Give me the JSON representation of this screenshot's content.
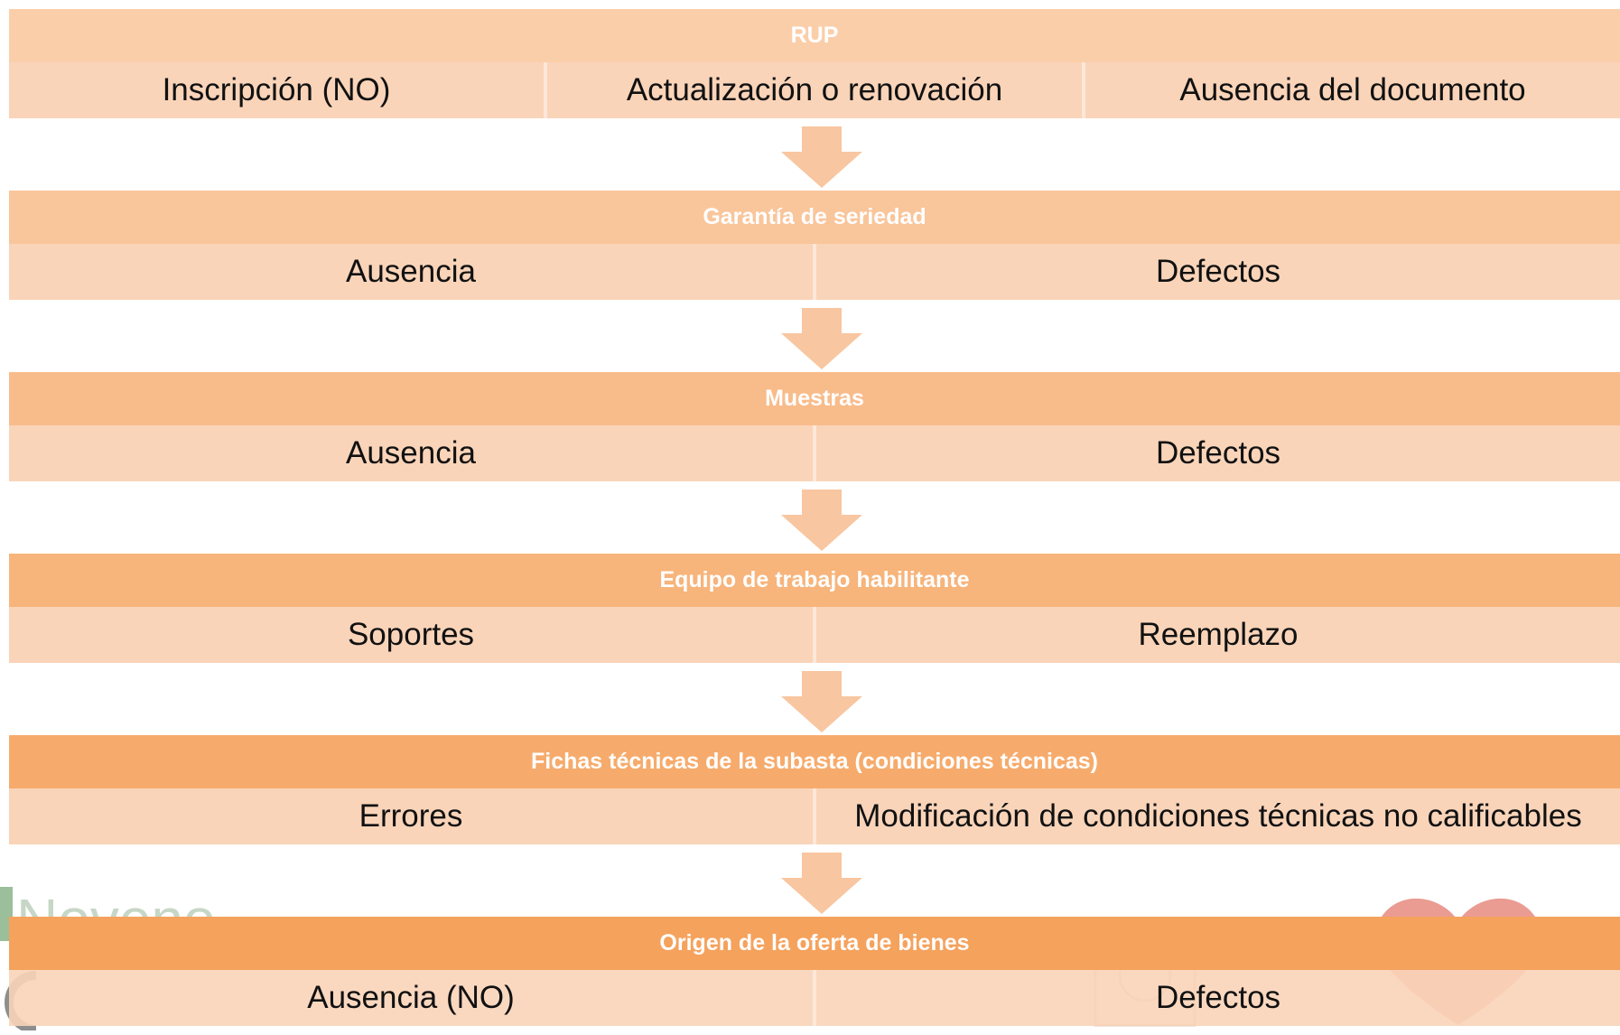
{
  "colors": {
    "header_1": "#fbceaa",
    "header_2": "#f9c59b",
    "header_3": "#f8bc8b",
    "header_4": "#f7b47b",
    "header_5": "#f6ab6c",
    "header_6": "#f5a25d",
    "cell_bg": "#f9d4b9",
    "arrow": "#f8c6a0"
  },
  "blocks": [
    {
      "title": "RUP",
      "items": [
        "Inscripción (NO)",
        "Actualización o renovación",
        "Ausencia del documento"
      ]
    },
    {
      "title": "Garantía de seriedad",
      "items": [
        "Ausencia",
        "Defectos"
      ]
    },
    {
      "title": "Muestras",
      "items": [
        "Ausencia",
        "Defectos"
      ]
    },
    {
      "title": "Equipo de trabajo habilitante",
      "items": [
        "Soportes",
        "Reemplazo"
      ]
    },
    {
      "title": "Fichas técnicas de la subasta (condiciones técnicas)",
      "items": [
        "Errores",
        "Modificación de condiciones técnicas no calificables"
      ]
    },
    {
      "title": "Origen de la oferta de bienes",
      "items": [
        "Ausencia (NO)",
        "Defectos"
      ]
    }
  ],
  "watermark": {
    "text": "Noveno"
  }
}
